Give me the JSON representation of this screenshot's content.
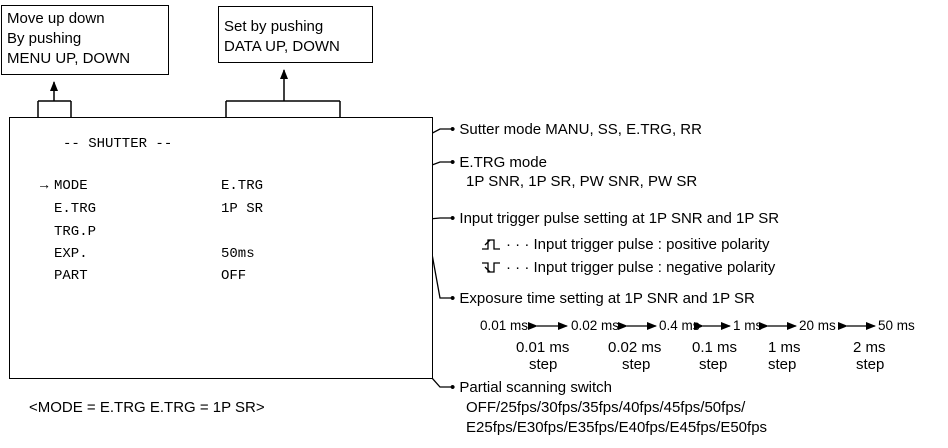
{
  "top_boxes": {
    "menu": [
      "Move up down",
      "By pushing",
      "MENU UP, DOWN"
    ],
    "data": [
      "Set by pushing",
      "DATA UP, DOWN"
    ]
  },
  "screen": {
    "title": "-- SHUTTER --",
    "cursor": "→",
    "rows": [
      {
        "label": "MODE",
        "value": "E.TRG"
      },
      {
        "label": "E.TRG",
        "value": "1P SR"
      },
      {
        "label": "TRG.P",
        "value": ""
      },
      {
        "label": "EXP.",
        "value": "50ms"
      },
      {
        "label": "PART",
        "value": "OFF"
      }
    ]
  },
  "caption": "<MODE = E.TRG   E.TRG = 1P SR>",
  "notes": {
    "shutter_mode": "• Sutter mode   MANU, SS, E.TRG, RR",
    "etrg_mode": "• E.TRG mode",
    "etrg_mode_values": "1P SNR, 1P SR, PW SNR, PW SR",
    "trigger": "• Input trigger pulse setting at 1P SNR and 1P SR",
    "positive": "· · · Input trigger pulse : positive polarity",
    "negative": "· · · Input trigger pulse : negative polarity",
    "exposure": "• Exposure time setting  at  1P  SNR  and  1P  SR",
    "exposure_values": [
      "0.01 ms",
      "0.02 ms",
      "0.4 ms",
      "1 ms",
      "20 ms",
      "50 ms"
    ],
    "steps": [
      [
        "0.01 ms",
        "step"
      ],
      [
        "0.02 ms",
        "step"
      ],
      [
        "0.1 ms",
        "step"
      ],
      [
        "1 ms",
        "step"
      ],
      [
        "2 ms",
        "step"
      ]
    ],
    "partial": "• Partial scanning switch",
    "partial_line1": "OFF/25fps/30fps/35fps/40fps/45fps/50fps/",
    "partial_line2": "E25fps/E30fps/E35fps/E40fps/E45fps/E50fps"
  }
}
